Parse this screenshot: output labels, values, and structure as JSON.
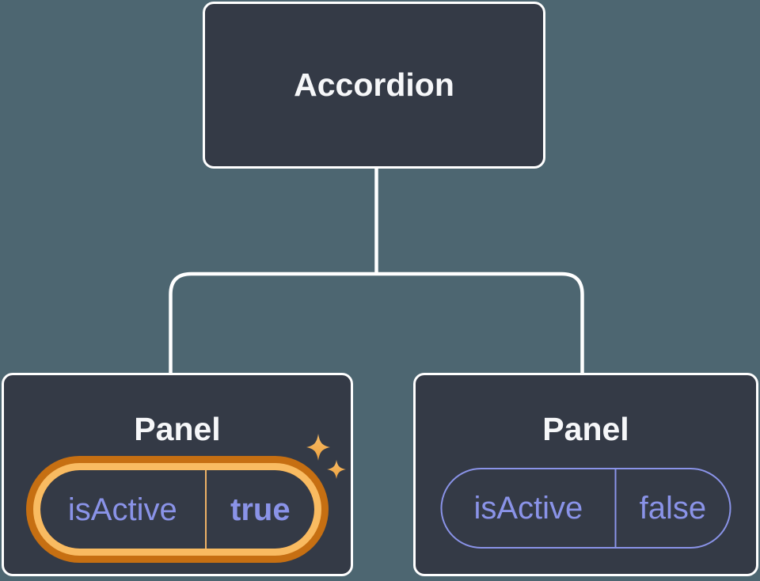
{
  "colors": {
    "bg": "#4d6671",
    "node-fill": "#343a46",
    "node-border": "#ffffff",
    "connector": "#ffffff",
    "title-text": "#f6f7f9",
    "purple": "#8a93e8",
    "ring-outer": "#c66f12",
    "ring-inner": "#f9bb61",
    "divider-active": "#eeb266",
    "sparkle-light": "#f9bc66",
    "sparkle-dark": "#eda23f"
  },
  "tree": {
    "root": {
      "label": "Accordion"
    },
    "panels": [
      {
        "label": "Panel",
        "state_key": "isActive",
        "state_value": "true",
        "highlighted": true
      },
      {
        "label": "Panel",
        "state_key": "isActive",
        "state_value": "false",
        "highlighted": false
      }
    ]
  }
}
